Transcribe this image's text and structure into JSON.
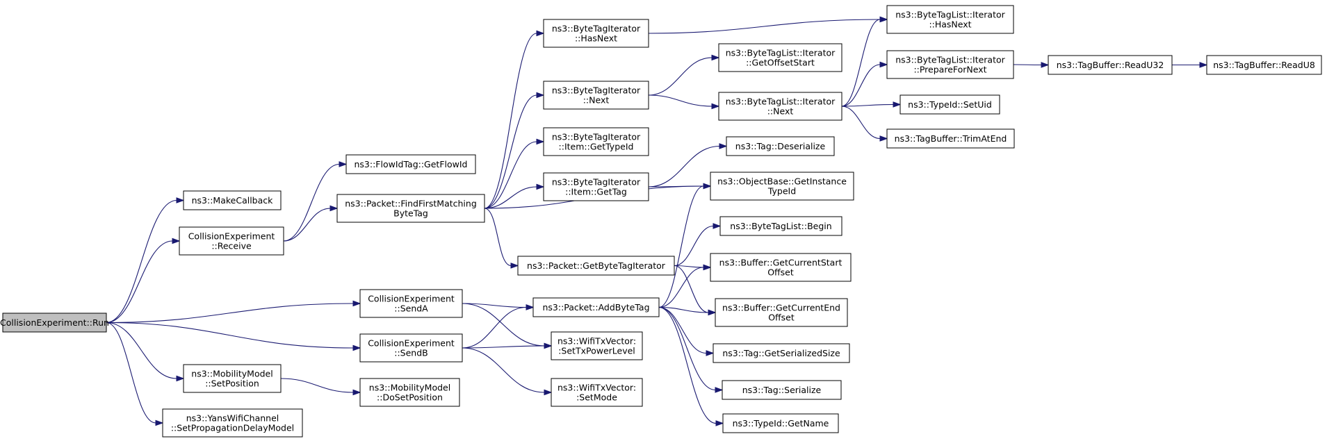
{
  "graph": {
    "nodes": [
      {
        "id": "run",
        "lines": [
          "CollisionExperiment::Run"
        ],
        "root": true
      },
      {
        "id": "makecb",
        "lines": [
          "ns3::MakeCallback"
        ]
      },
      {
        "id": "receive",
        "lines": [
          "CollisionExperiment",
          "::Receive"
        ]
      },
      {
        "id": "senda",
        "lines": [
          "CollisionExperiment",
          "::SendA"
        ]
      },
      {
        "id": "sendb",
        "lines": [
          "CollisionExperiment",
          "::SendB"
        ]
      },
      {
        "id": "mmsetpos",
        "lines": [
          "ns3::MobilityModel",
          "::SetPosition"
        ]
      },
      {
        "id": "yans",
        "lines": [
          "ns3::YansWifiChannel",
          "::SetPropagationDelayModel"
        ]
      },
      {
        "id": "flowid",
        "lines": [
          "ns3::FlowIdTag::GetFlowId"
        ]
      },
      {
        "id": "findfirst",
        "lines": [
          "ns3::Packet::FindFirstMatching",
          "ByteTag"
        ]
      },
      {
        "id": "mmdoset",
        "lines": [
          "ns3::MobilityModel",
          "::DoSetPosition"
        ]
      },
      {
        "id": "bti_hasnext",
        "lines": [
          "ns3::ByteTagIterator",
          "::HasNext"
        ]
      },
      {
        "id": "bti_next",
        "lines": [
          "ns3::ByteTagIterator",
          "::Next"
        ]
      },
      {
        "id": "bti_item_typeid",
        "lines": [
          "ns3::ByteTagIterator",
          "::Item::GetTypeId"
        ]
      },
      {
        "id": "bti_item_gettag",
        "lines": [
          "ns3::ByteTagIterator",
          "::Item::GetTag"
        ]
      },
      {
        "id": "getbti",
        "lines": [
          "ns3::Packet::GetByteTagIterator"
        ]
      },
      {
        "id": "addbytetag",
        "lines": [
          "ns3::Packet::AddByteTag"
        ]
      },
      {
        "id": "settxpower",
        "lines": [
          "ns3::WifiTxVector:",
          ":SetTxPowerLevel"
        ]
      },
      {
        "id": "setmode",
        "lines": [
          "ns3::WifiTxVector:",
          ":SetMode"
        ]
      },
      {
        "id": "btli_getoffset",
        "lines": [
          "ns3::ByteTagList::Iterator",
          "::GetOffsetStart"
        ]
      },
      {
        "id": "btli_next",
        "lines": [
          "ns3::ByteTagList::Iterator",
          "::Next"
        ]
      },
      {
        "id": "tag_deser",
        "lines": [
          "ns3::Tag::Deserialize"
        ]
      },
      {
        "id": "objbase",
        "lines": [
          "ns3::ObjectBase::GetInstance",
          "TypeId"
        ]
      },
      {
        "id": "btl_begin",
        "lines": [
          "ns3::ByteTagList::Begin"
        ]
      },
      {
        "id": "buf_start",
        "lines": [
          "ns3::Buffer::GetCurrentStart",
          "Offset"
        ]
      },
      {
        "id": "buf_end",
        "lines": [
          "ns3::Buffer::GetCurrentEnd",
          "Offset"
        ]
      },
      {
        "id": "tag_sersize",
        "lines": [
          "ns3::Tag::GetSerializedSize"
        ]
      },
      {
        "id": "tag_ser",
        "lines": [
          "ns3::Tag::Serialize"
        ]
      },
      {
        "id": "typeid_getname",
        "lines": [
          "ns3::TypeId::GetName"
        ]
      },
      {
        "id": "btli_hasnext",
        "lines": [
          "ns3::ByteTagList::Iterator",
          "::HasNext"
        ]
      },
      {
        "id": "btli_prepare",
        "lines": [
          "ns3::ByteTagList::Iterator",
          "::PrepareForNext"
        ]
      },
      {
        "id": "typeid_setuid",
        "lines": [
          "ns3::TypeId::SetUid"
        ]
      },
      {
        "id": "tb_trim",
        "lines": [
          "ns3::TagBuffer::TrimAtEnd"
        ]
      },
      {
        "id": "tb_readu32",
        "lines": [
          "ns3::TagBuffer::ReadU32"
        ]
      },
      {
        "id": "tb_readu8",
        "lines": [
          "ns3::TagBuffer::ReadU8"
        ]
      }
    ],
    "edges": [
      {
        "from": "run",
        "to": "makecb"
      },
      {
        "from": "run",
        "to": "receive"
      },
      {
        "from": "run",
        "to": "senda"
      },
      {
        "from": "run",
        "to": "sendb"
      },
      {
        "from": "run",
        "to": "mmsetpos"
      },
      {
        "from": "run",
        "to": "yans"
      },
      {
        "from": "receive",
        "to": "flowid"
      },
      {
        "from": "receive",
        "to": "findfirst"
      },
      {
        "from": "findfirst",
        "to": "bti_hasnext"
      },
      {
        "from": "findfirst",
        "to": "bti_next"
      },
      {
        "from": "findfirst",
        "to": "bti_item_typeid"
      },
      {
        "from": "findfirst",
        "to": "bti_item_gettag"
      },
      {
        "from": "findfirst",
        "to": "objbase"
      },
      {
        "from": "findfirst",
        "to": "getbti"
      },
      {
        "from": "senda",
        "to": "addbytetag"
      },
      {
        "from": "senda",
        "to": "settxpower"
      },
      {
        "from": "sendb",
        "to": "addbytetag"
      },
      {
        "from": "sendb",
        "to": "settxpower"
      },
      {
        "from": "sendb",
        "to": "setmode"
      },
      {
        "from": "mmsetpos",
        "to": "mmdoset"
      },
      {
        "from": "bti_hasnext",
        "to": "btli_hasnext"
      },
      {
        "from": "bti_next",
        "to": "btli_getoffset"
      },
      {
        "from": "bti_next",
        "to": "btli_next"
      },
      {
        "from": "bti_item_gettag",
        "to": "tag_deser"
      },
      {
        "from": "bti_item_gettag",
        "to": "objbase"
      },
      {
        "from": "getbti",
        "to": "btl_begin"
      },
      {
        "from": "getbti",
        "to": "buf_start"
      },
      {
        "from": "getbti",
        "to": "buf_end"
      },
      {
        "from": "addbytetag",
        "to": "objbase"
      },
      {
        "from": "addbytetag",
        "to": "buf_start"
      },
      {
        "from": "addbytetag",
        "to": "buf_end"
      },
      {
        "from": "addbytetag",
        "to": "tag_sersize"
      },
      {
        "from": "addbytetag",
        "to": "tag_ser"
      },
      {
        "from": "addbytetag",
        "to": "typeid_getname"
      },
      {
        "from": "btli_next",
        "to": "btli_hasnext"
      },
      {
        "from": "btli_next",
        "to": "btli_prepare"
      },
      {
        "from": "btli_next",
        "to": "typeid_setuid"
      },
      {
        "from": "btli_next",
        "to": "tb_trim"
      },
      {
        "from": "btli_prepare",
        "to": "tb_readu32"
      },
      {
        "from": "tb_readu32",
        "to": "tb_readu8"
      }
    ]
  },
  "colors": {
    "edge": "#191970",
    "root_fill": "#bfbfbf",
    "node_fill": "#ffffff",
    "border": "#000000"
  }
}
